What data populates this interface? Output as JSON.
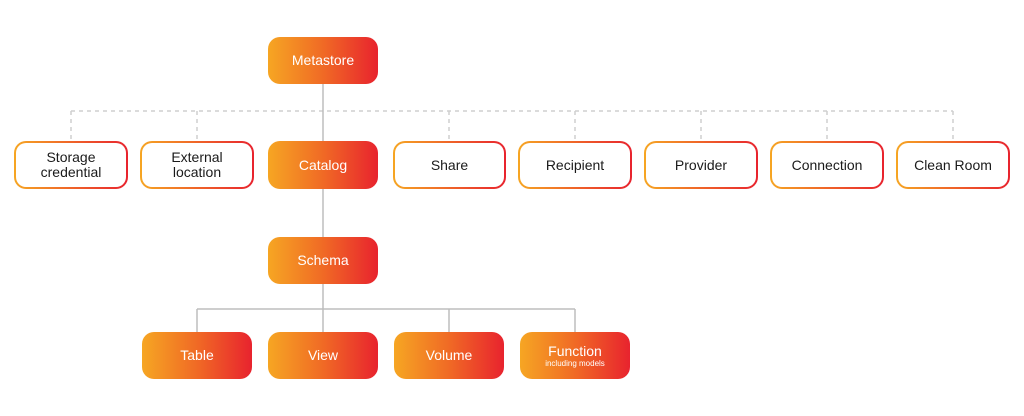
{
  "colors": {
    "gradient_start": "#f6a623",
    "gradient_end": "#e8232e",
    "line_solid": "#bdbdbd",
    "line_dashed": "#cfcfcf"
  },
  "nodes": {
    "metastore": "Metastore",
    "storage_credential": [
      "Storage",
      "credential"
    ],
    "external_location": [
      "External",
      "location"
    ],
    "catalog": "Catalog",
    "share": "Share",
    "recipient": "Recipient",
    "provider": "Provider",
    "connection": "Connection",
    "clean_room": "Clean Room",
    "schema": "Schema",
    "table": "Table",
    "view": "View",
    "volume": "Volume",
    "function": "Function",
    "function_sub": "including models"
  }
}
